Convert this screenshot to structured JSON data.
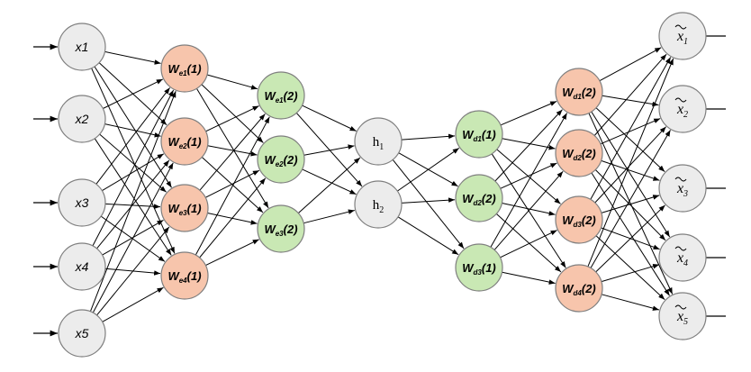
{
  "colors": {
    "input_fill": "#ececec",
    "encoder1_fill": "#f7c5ac",
    "encoder2_fill": "#c9e8b4",
    "hidden_fill": "#ececec",
    "decoder1_fill": "#c9e8b4",
    "decoder2_fill": "#f7c5ac",
    "output_fill": "#ececec",
    "node_stroke": "#7f7f7f",
    "edge_stroke": "#000000"
  },
  "layers": [
    {
      "id": "input",
      "style": "italic",
      "nodes": [
        {
          "base": "x1"
        },
        {
          "base": "x2"
        },
        {
          "base": "x3"
        },
        {
          "base": "x4"
        },
        {
          "base": "x5"
        }
      ]
    },
    {
      "id": "encoder1",
      "style": "weight",
      "nodes": [
        {
          "base": "W",
          "sub": "e1",
          "suffix": "(1)"
        },
        {
          "base": "W",
          "sub": "e2",
          "suffix": "(1)"
        },
        {
          "base": "W",
          "sub": "e3",
          "suffix": "(1)"
        },
        {
          "base": "W",
          "sub": "e4",
          "suffix": "(1)"
        }
      ]
    },
    {
      "id": "encoder2",
      "style": "weight",
      "nodes": [
        {
          "base": "W",
          "sub": "e1",
          "suffix": "(2)"
        },
        {
          "base": "W",
          "sub": "e2",
          "suffix": "(2)"
        },
        {
          "base": "W",
          "sub": "e3",
          "suffix": "(2)"
        }
      ]
    },
    {
      "id": "hidden",
      "style": "hidden",
      "nodes": [
        {
          "base": "h",
          "sub": "1"
        },
        {
          "base": "h",
          "sub": "2"
        }
      ]
    },
    {
      "id": "decoder1",
      "style": "weight",
      "nodes": [
        {
          "base": "W",
          "sub": "d1",
          "suffix": "(1)"
        },
        {
          "base": "W",
          "sub": "d2",
          "suffix": "(2)"
        },
        {
          "base": "W",
          "sub": "d3",
          "suffix": "(1)"
        }
      ]
    },
    {
      "id": "decoder2",
      "style": "weight",
      "nodes": [
        {
          "base": "W",
          "sub": "d1",
          "suffix": "(2)"
        },
        {
          "base": "W",
          "sub": "d2",
          "suffix": "(2)"
        },
        {
          "base": "W",
          "sub": "d3",
          "suffix": "(2)"
        },
        {
          "base": "W",
          "sub": "d4",
          "suffix": "(2)"
        }
      ]
    },
    {
      "id": "output",
      "style": "tilde",
      "nodes": [
        {
          "base": "x",
          "sub": "1"
        },
        {
          "base": "x",
          "sub": "2"
        },
        {
          "base": "x",
          "sub": "3"
        },
        {
          "base": "x",
          "sub": "4"
        },
        {
          "base": "x",
          "sub": "5"
        }
      ]
    }
  ]
}
